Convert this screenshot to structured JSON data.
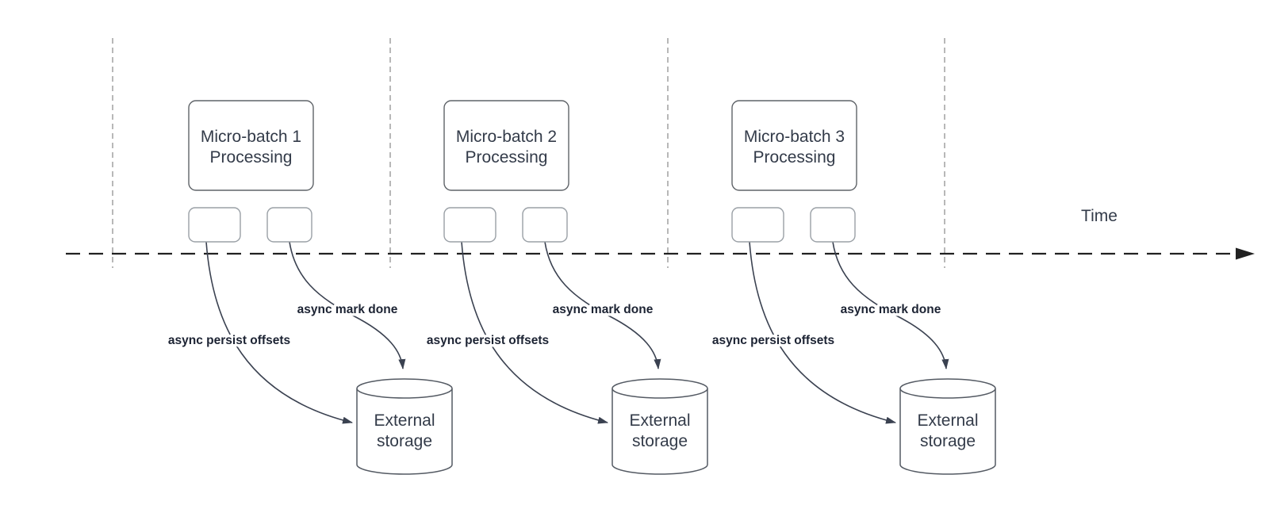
{
  "diagram": {
    "time_axis_label": "Time",
    "batches": [
      {
        "box_line1": "Micro-batch 1",
        "box_line2": "Processing",
        "persist_label": "async persist offsets",
        "done_label": "async mark done",
        "storage_line1": "External",
        "storage_line2": "storage"
      },
      {
        "box_line1": "Micro-batch 2",
        "box_line2": "Processing",
        "persist_label": "async persist offsets",
        "done_label": "async mark done",
        "storage_line1": "External",
        "storage_line2": "storage"
      },
      {
        "box_line1": "Micro-batch 3",
        "box_line2": "Processing",
        "persist_label": "async persist offsets",
        "done_label": "async mark done",
        "storage_line1": "External",
        "storage_line2": "storage"
      }
    ],
    "colors": {
      "background": "#ffffff",
      "main_box_border": "#5f6368",
      "small_box_border": "#9aa0a6",
      "cylinder_border": "#545a63",
      "curve": "#3a4150",
      "timeline": "#212121",
      "phase_divider": "#b0b0b0",
      "node_text": "#333b49",
      "edge_label_text": "#1c2333"
    }
  }
}
